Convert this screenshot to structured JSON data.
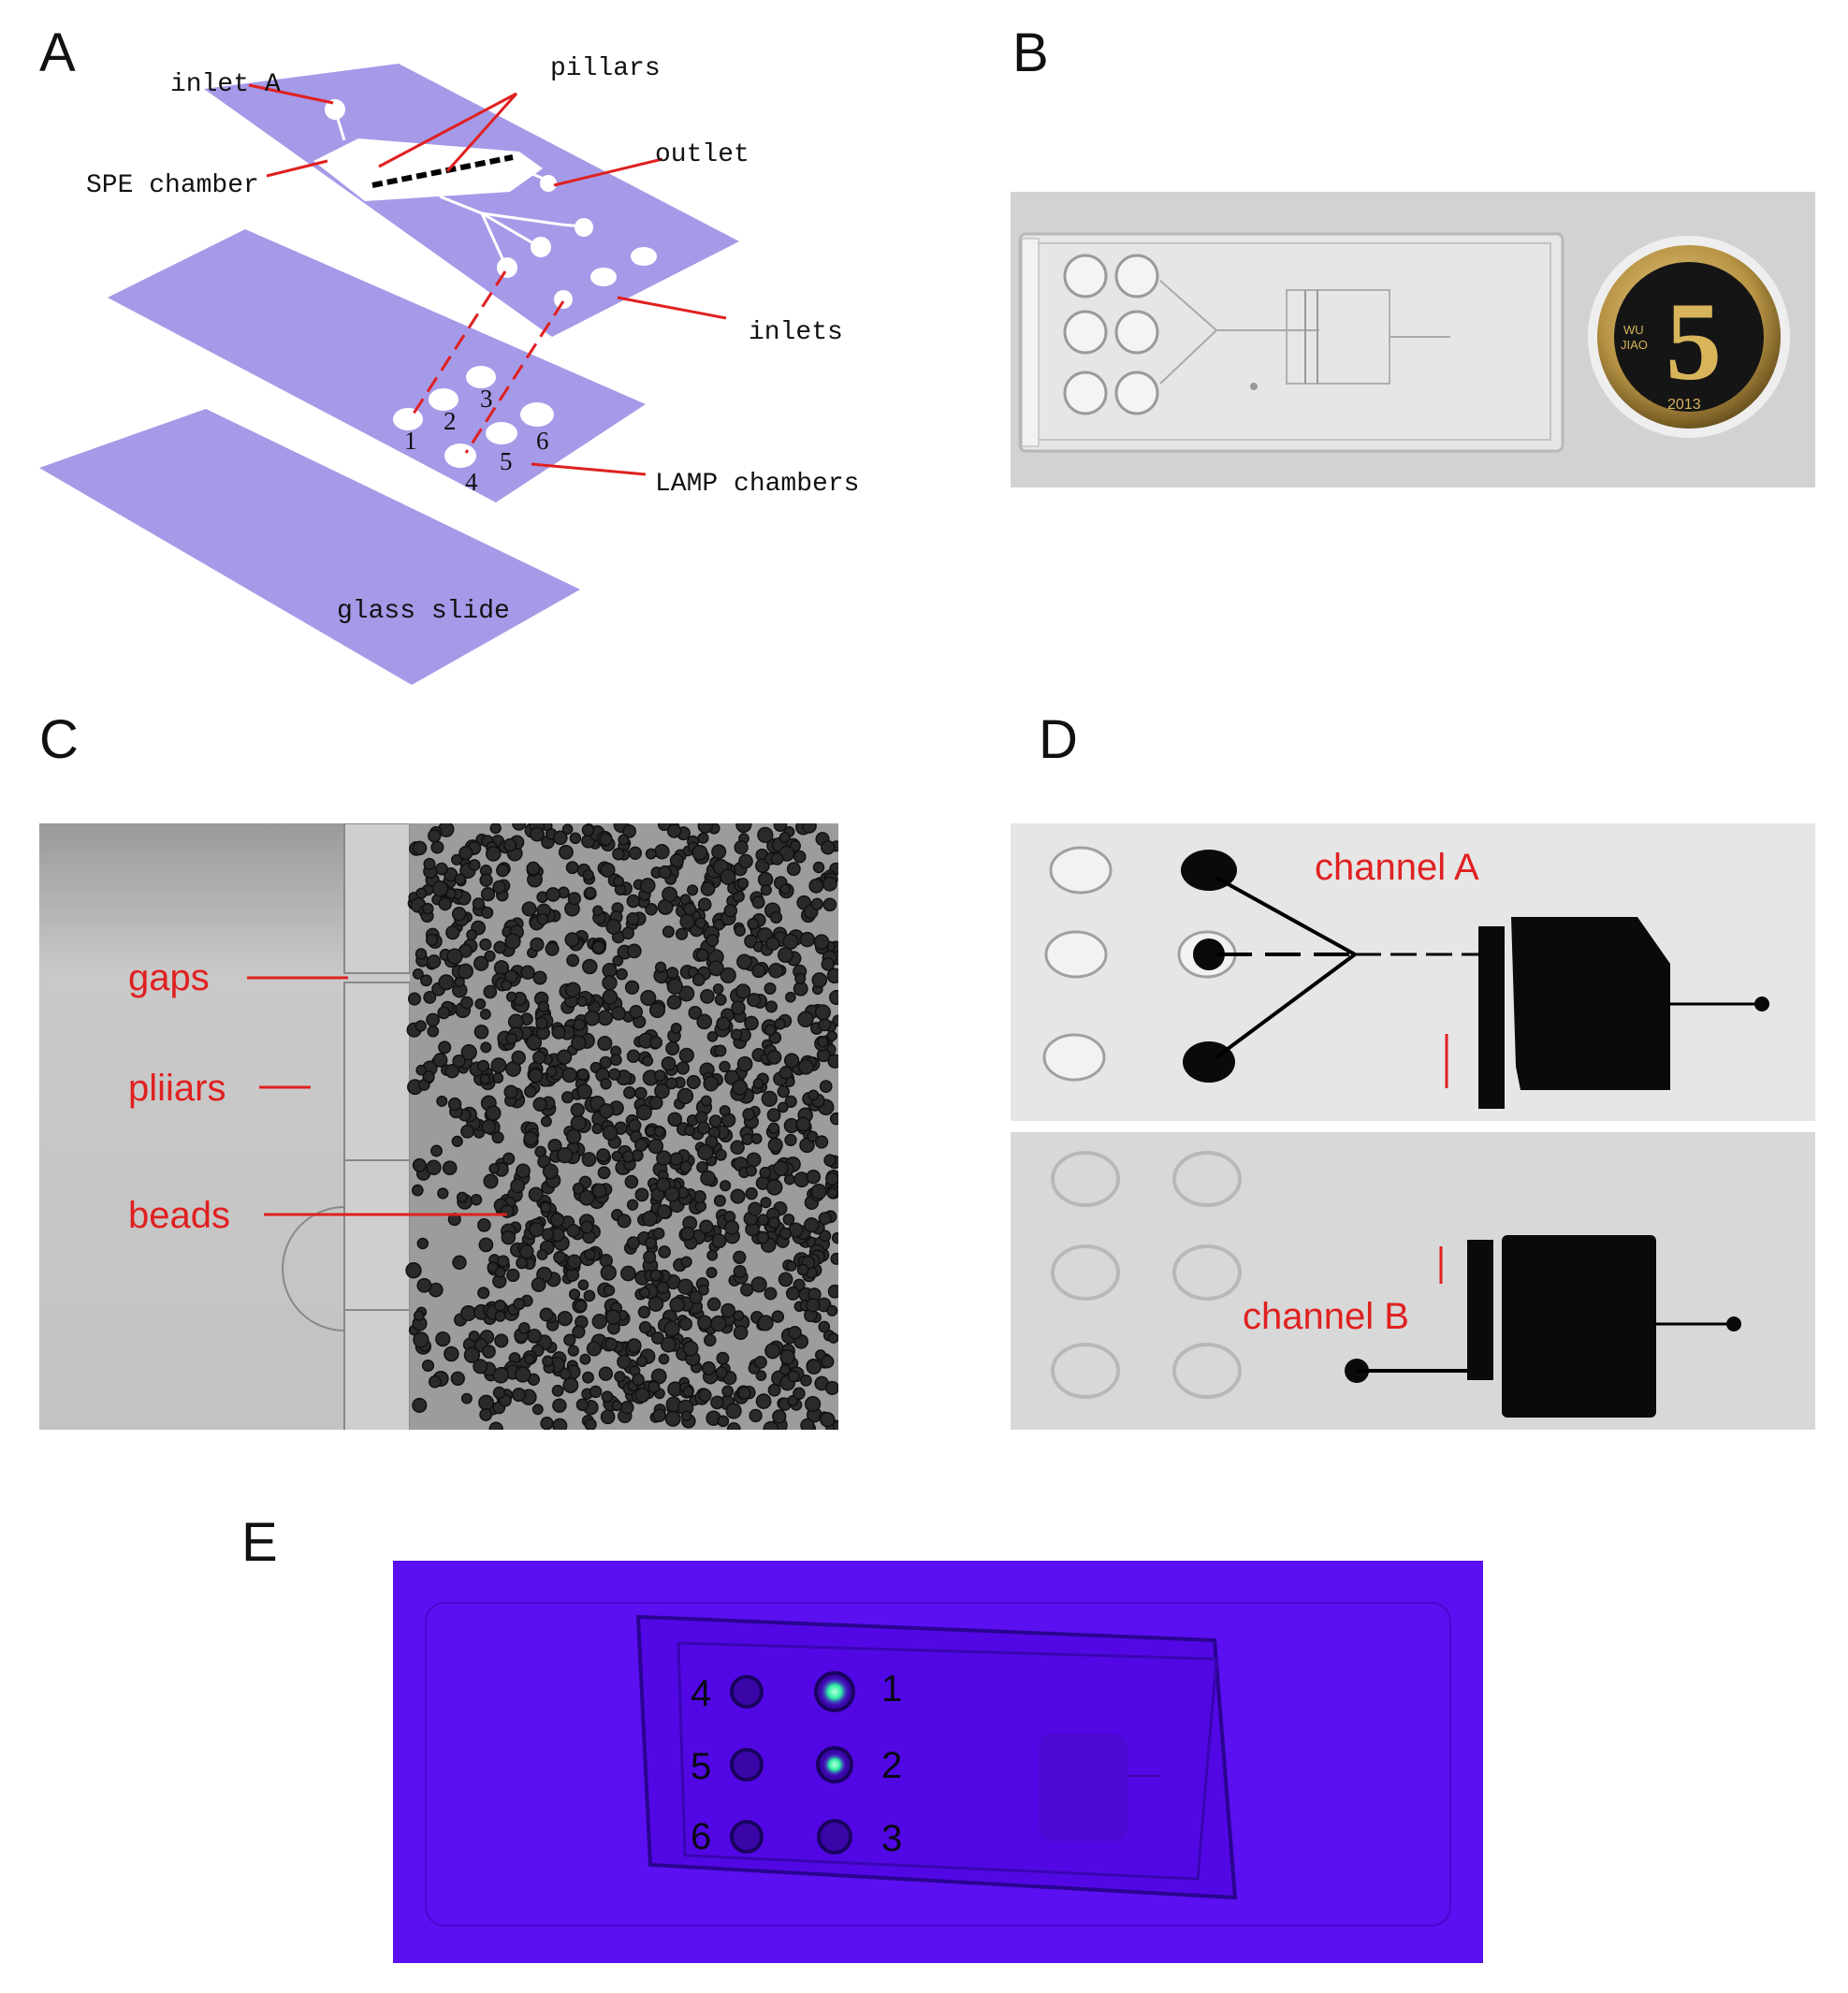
{
  "panels": {
    "a": {
      "letter": "A",
      "labels": {
        "inlet_a": "inlet A",
        "pillars": "pillars",
        "spe_chamber": "SPE chamber",
        "outlet": "outlet",
        "inlets": "inlets",
        "lamp_chambers": "LAMP chambers",
        "glass_slide": "glass slide"
      },
      "chamber_numbers": [
        "1",
        "2",
        "3",
        "4",
        "5",
        "6"
      ]
    },
    "b": {
      "letter": "B",
      "coin": {
        "numeral": "5",
        "text_left": "WU",
        "text_left2": "JIAO",
        "year": "2013"
      }
    },
    "c": {
      "letter": "C",
      "labels": {
        "gaps": "gaps",
        "pillars": "pliiars",
        "beads": "beads"
      }
    },
    "d": {
      "letter": "D",
      "labels": {
        "channel_a": "channel A",
        "channel_b": "channel B"
      }
    },
    "e": {
      "letter": "E",
      "numbers": [
        "4",
        "1",
        "5",
        "2",
        "6",
        "3"
      ]
    }
  },
  "colors": {
    "layer": "#a59ae8",
    "callout": "#e02020",
    "uv_background": "#5a10f0",
    "fluorescence": "#2cf0a0"
  }
}
